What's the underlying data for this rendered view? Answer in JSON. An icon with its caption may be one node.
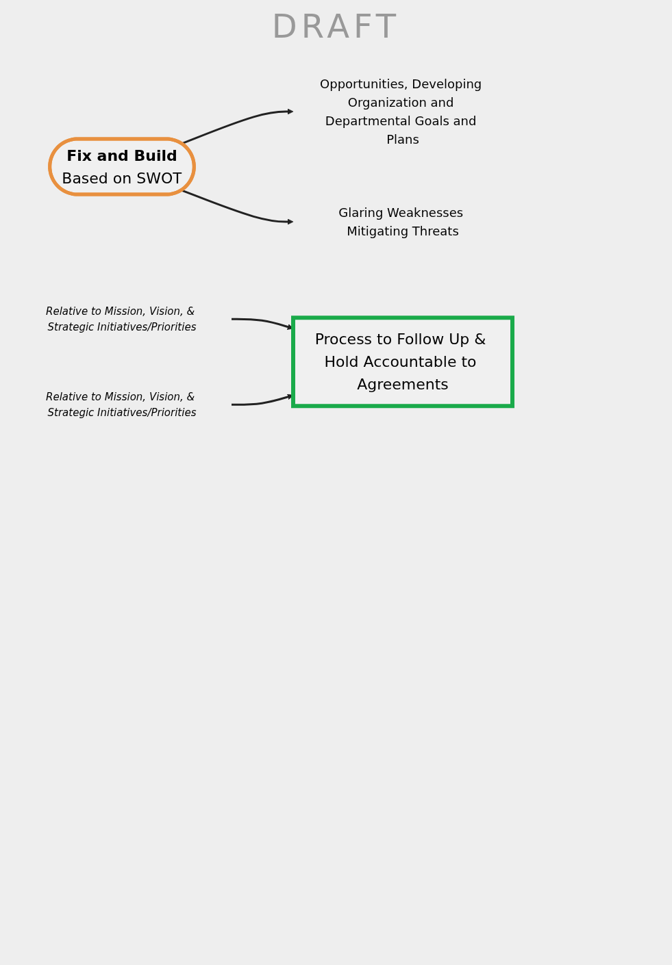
{
  "diagram": {
    "nodes": [
      {
        "text": [
          "Fix and Build",
          "Based on SWOT"
        ]
      },
      {
        "text": [
          "Opportunities, Developing Organization and Departmental Goals and Plans"
        ]
      },
      {
        "text": [
          "Relative to Mission, Vision, & Strategic Initiatives/Priorities"
        ]
      },
      {
        "text": [
          "Glaring Weaknesses Mitigating Threats"
        ]
      },
      {
        "text": [
          "Relative to Mission, Vision, & Strategic Initiatives/Priorities"
        ]
      },
      {
        "text": [
          "Process to Follow Up & Hold Accountable to Agreements"
        ]
      }
    ],
    "edges": [
      {
        "from": 0,
        "to": 1,
        "arrow": "to"
      },
      {
        "from": 0,
        "to": 3,
        "arrow": "to"
      },
      {
        "from": 2,
        "to": 5,
        "arrow": "to"
      },
      {
        "from": 4,
        "to": 5,
        "arrow": "to"
      }
    ],
    "labels": [
      "DRAFT"
    ]
  }
}
